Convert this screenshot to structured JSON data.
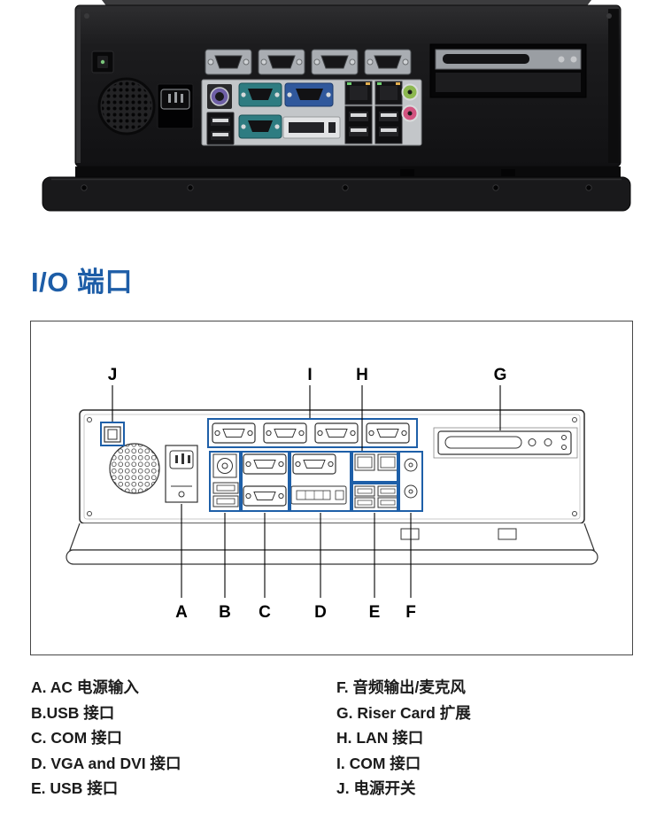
{
  "colors": {
    "accent": "#1d5da7",
    "callout": "#1e5fa8"
  },
  "section": {
    "title": "I/O 端口"
  },
  "diagram": {
    "labels": {
      "A": "A",
      "B": "B",
      "C": "C",
      "D": "D",
      "E": "E",
      "F": "F",
      "G": "G",
      "H": "H",
      "I": "I",
      "J": "J"
    }
  },
  "legend": {
    "left": [
      "A. AC 电源输入",
      "B.USB 接口",
      "C. COM 接口",
      "D. VGA and DVI 接口",
      "E. USB 接口"
    ],
    "right": [
      "F. 音频输出/麦克风",
      "G. Riser Card 扩展",
      "H. LAN 接口",
      "I. COM 接口",
      "J. 电源开关"
    ]
  }
}
